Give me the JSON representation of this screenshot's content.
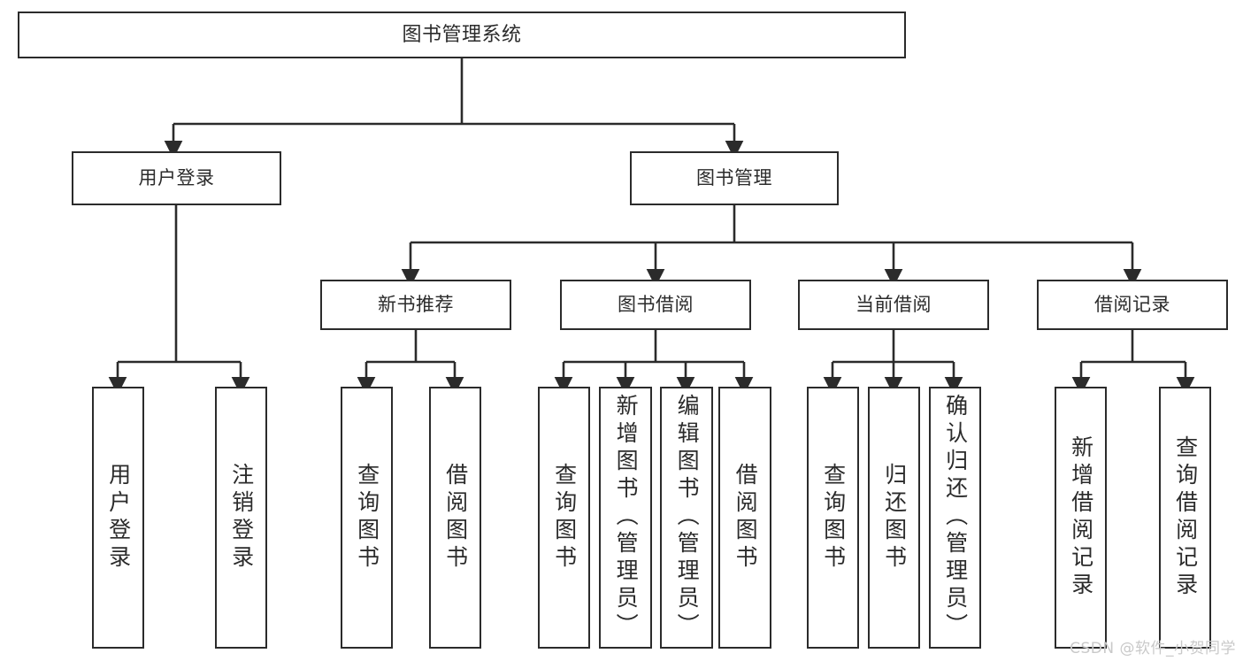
{
  "diagram": {
    "title": "图书管理系统",
    "type": "tree-hierarchy",
    "nodes": {
      "root": {
        "label": "图书管理系统"
      },
      "level2": [
        {
          "id": "user-login",
          "label": "用户登录"
        },
        {
          "id": "book-management",
          "label": "图书管理"
        }
      ],
      "level3": [
        {
          "id": "new-book-recommend",
          "label": "新书推荐"
        },
        {
          "id": "book-borrow",
          "label": "图书借阅"
        },
        {
          "id": "current-borrow",
          "label": "当前借阅"
        },
        {
          "id": "borrow-record",
          "label": "借阅记录"
        }
      ],
      "leaves": [
        {
          "id": "leaf-user-login",
          "label": "用户登录",
          "parent": "user-login"
        },
        {
          "id": "leaf-user-logout",
          "label": "注销登录",
          "parent": "user-login"
        },
        {
          "id": "leaf-query-book-1",
          "label": "查询图书",
          "parent": "new-book-recommend"
        },
        {
          "id": "leaf-borrow-book-1",
          "label": "借阅图书",
          "parent": "new-book-recommend"
        },
        {
          "id": "leaf-query-book-2",
          "label": "查询图书",
          "parent": "book-borrow"
        },
        {
          "id": "leaf-add-book",
          "label": "新增图书（管理员）",
          "parent": "book-borrow"
        },
        {
          "id": "leaf-edit-book",
          "label": "编辑图书（管理员）",
          "parent": "book-borrow"
        },
        {
          "id": "leaf-borrow-book-2",
          "label": "借阅图书",
          "parent": "book-borrow"
        },
        {
          "id": "leaf-query-book-3",
          "label": "查询图书",
          "parent": "current-borrow"
        },
        {
          "id": "leaf-return-book",
          "label": "归还图书",
          "parent": "current-borrow"
        },
        {
          "id": "leaf-confirm-return",
          "label": "确认归还（管理员）",
          "parent": "current-borrow"
        },
        {
          "id": "leaf-add-record",
          "label": "新增借阅记录",
          "parent": "borrow-record"
        },
        {
          "id": "leaf-query-record",
          "label": "查询借阅记录",
          "parent": "borrow-record"
        }
      ]
    },
    "watermark": "CSDN @软件_小贺同学",
    "colors": {
      "stroke": "#2b2b2b",
      "fill": "#ffffff",
      "text": "#2b2b2b",
      "watermark": "#c9c9c9"
    }
  }
}
